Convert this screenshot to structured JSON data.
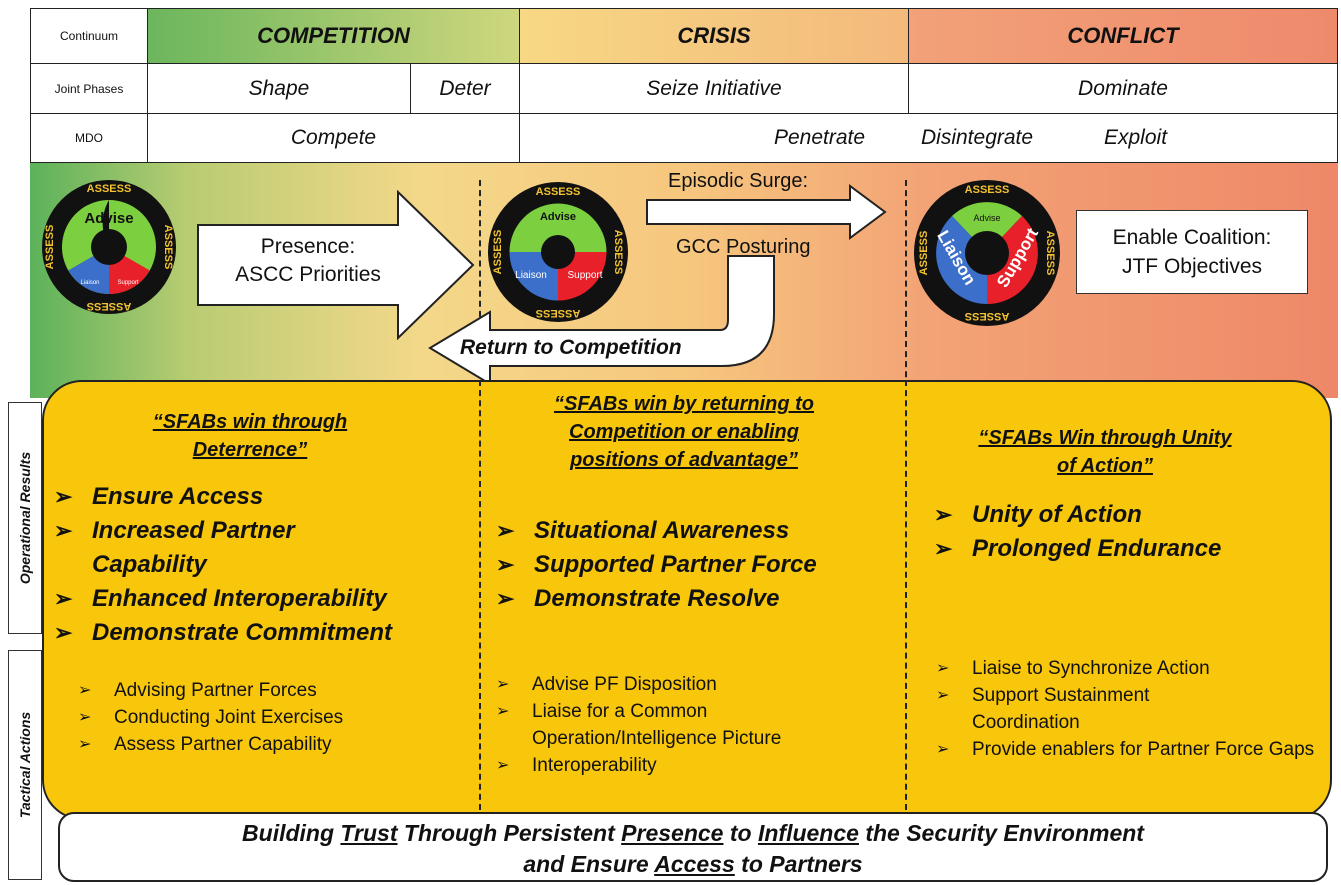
{
  "header": {
    "row_labels": [
      "Continuum",
      "Joint Phases",
      "MDO"
    ],
    "continuum": [
      "COMPETITION",
      "CRISIS",
      "CONFLICT"
    ],
    "joint_phases": [
      "Shape",
      "Deter",
      "Seize Initiative",
      "Dominate"
    ],
    "mdo": [
      "Compete",
      "Penetrate",
      "Disintegrate",
      "Exploit"
    ]
  },
  "flow": {
    "wheel_outer": "ASSESS",
    "wheel_advise": "Advise",
    "wheel_liaison": "Liaison",
    "wheel_support": "Support",
    "presence_line1": "Presence:",
    "presence_line2": "ASCC Priorities",
    "episodic": "Episodic Surge:",
    "gcc": "GCC Posturing",
    "return": "Return to Competition",
    "enable_line1": "Enable Coalition:",
    "enable_line2": "JTF Objectives"
  },
  "side_labels": {
    "operational": "Operational Results",
    "tactical": "Tactical Actions"
  },
  "columns": [
    {
      "quote_lines": [
        "“SFABs win through",
        "Deterrence”"
      ],
      "results": [
        "Ensure Access",
        "Increased Partner Capability",
        "Enhanced Interoperability",
        "Demonstrate Commitment"
      ],
      "actions": [
        "Advising Partner Forces",
        "Conducting Joint Exercises",
        "Assess Partner Capability"
      ]
    },
    {
      "quote_lines": [
        "“SFABs win by returning to",
        "Competition or enabling",
        "positions of advantage”"
      ],
      "results": [
        "Situational Awareness",
        "Supported Partner Force",
        "Demonstrate Resolve"
      ],
      "actions": [
        "Advise PF Disposition",
        "Liaise for a Common Operation/Intelligence Picture",
        "Interoperability"
      ]
    },
    {
      "quote_lines": [
        "“SFABs Win through Unity",
        "of Action”"
      ],
      "results": [
        "Unity of Action",
        "Prolonged Endurance"
      ],
      "actions": [
        "Liaise to Synchronize Action",
        "Support Sustainment Coordination",
        "Provide enablers for Partner Force Gaps"
      ]
    }
  ],
  "bottom": {
    "w1": "Building ",
    "w2": "Trust",
    "w3": " Through Persistent ",
    "w4": "Presence",
    "w5": " to ",
    "w6": "Influence",
    "w7": " the Security Environment",
    "w8": "and Ensure ",
    "w9": "Access",
    "w10": " to Partners"
  },
  "colors": {
    "green": "#5cb25a",
    "yellow": "#f8c60b",
    "red": "#e8202a",
    "blue": "#3b6fc9",
    "wheel_green": "#7ccf3e"
  }
}
